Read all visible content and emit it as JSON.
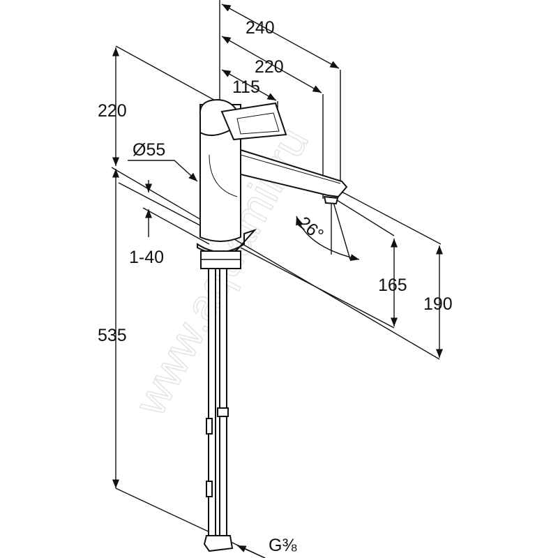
{
  "title": "Faucet dimension drawing",
  "watermark": "www.aquamir.ru",
  "dimensions": {
    "spout_reach_total": "240",
    "spout_reach": "220",
    "handle_offset": "115",
    "height_above_deck": "220",
    "body_diameter": "Ø55",
    "deck_thickness": "1-40",
    "hose_length": "535",
    "spray_angle": "26°",
    "outlet_height": "165",
    "spout_height": "190",
    "connection_thread": "G⅜"
  }
}
